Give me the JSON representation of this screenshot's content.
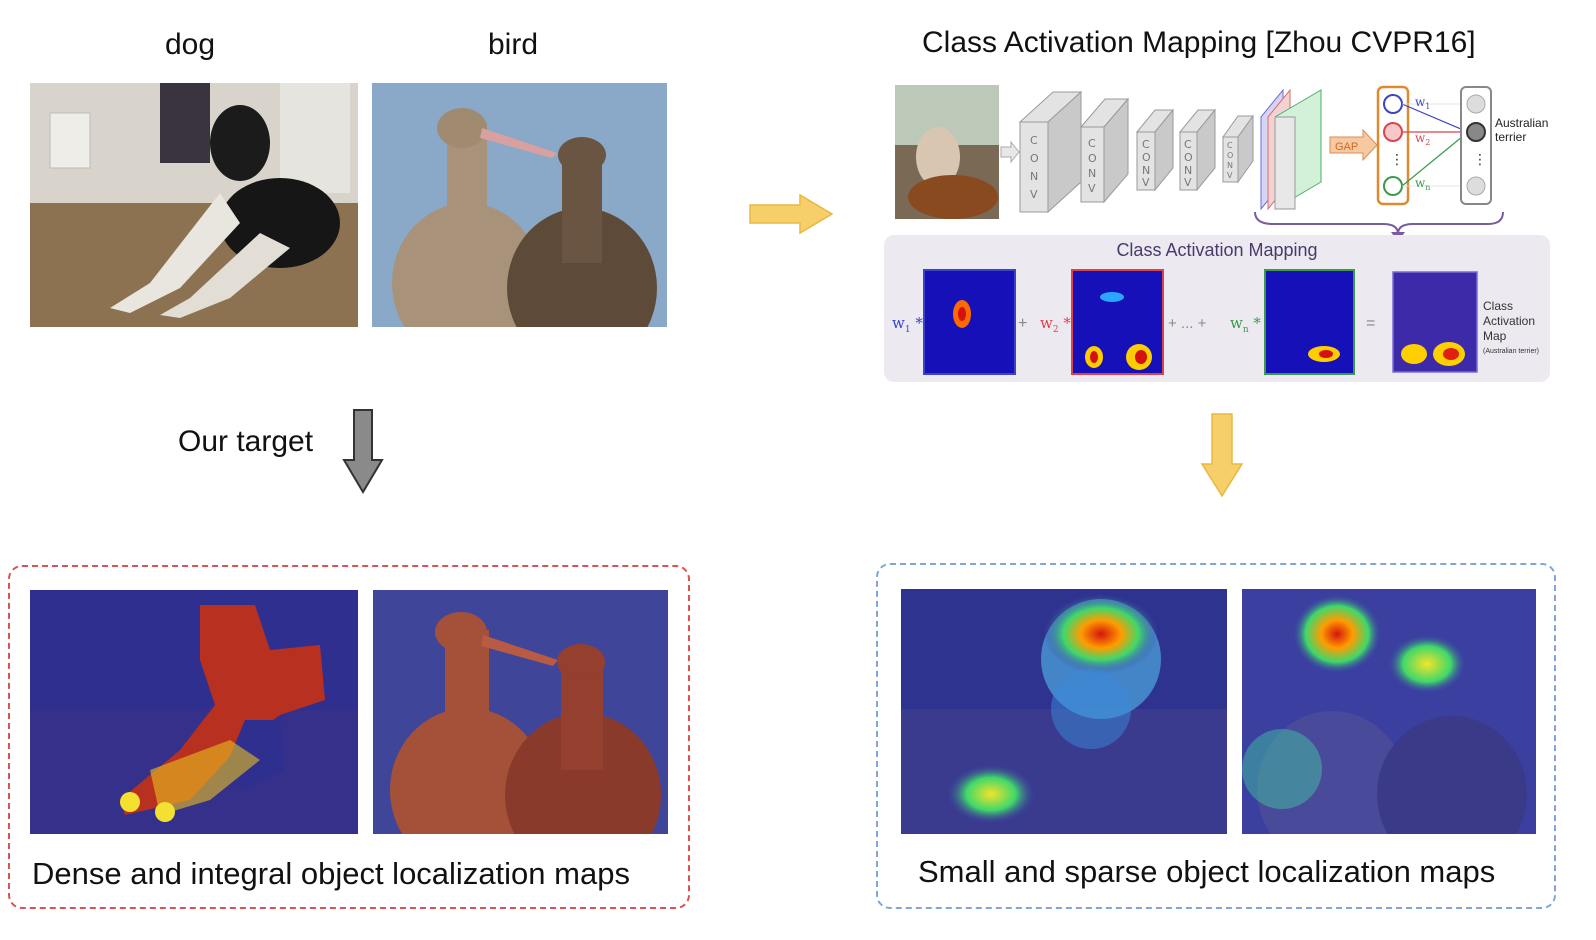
{
  "left": {
    "label_dog": "dog",
    "label_bird": "bird",
    "target_label": "Our target",
    "caption": "Dense and integral object localization maps"
  },
  "right": {
    "title": "Class Activation Mapping [Zhou CVPR16]",
    "cam_panel_title": "Class Activation Mapping",
    "conv_label": "CONV",
    "gap_label": "GAP",
    "class_label_line1": "Australian",
    "class_label_line2": "terrier",
    "cam_result_line1": "Class",
    "cam_result_line2": "Activation",
    "cam_result_line3": "Map",
    "cam_result_small": "(Australian terrier)",
    "w1": "w",
    "w1_sub": "1",
    "w2": "w",
    "w2_sub": "2",
    "wn": "w",
    "wn_sub": "n",
    "dots": "...",
    "caption": "Small and sparse object localization maps"
  },
  "colors": {
    "red_dash": "#d9534f",
    "blue_dash": "#7fa7d6",
    "yellow_arrow": "#f6cf6a",
    "grey_arrow": "#8a8a8a",
    "heat_blue": "#1d1aa8"
  }
}
